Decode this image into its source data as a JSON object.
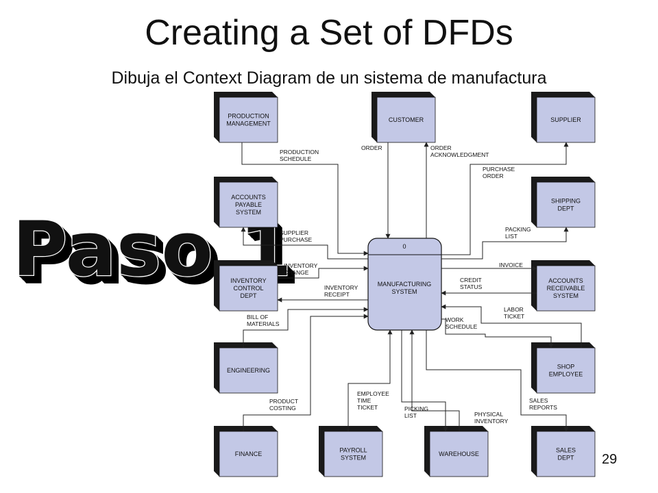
{
  "slide": {
    "title": "Creating a Set of DFDs",
    "subtitle": "Dibuja el Context Diagram de un sistema de manufactura",
    "page_number": "29",
    "step_label": "Paso 1"
  },
  "colors": {
    "box_fill": "#c3c8e6",
    "box_shadow": "#1a1a1a",
    "process_fill": "#c3c8e6",
    "line": "#222222",
    "step_label": "#111111"
  },
  "process": {
    "id": "0",
    "label_lines": [
      "MANUFACTURING",
      "SYSTEM"
    ]
  },
  "entities": {
    "production_management": [
      "PRODUCTION",
      "MANAGEMENT"
    ],
    "customer": [
      "CUSTOMER"
    ],
    "supplier": [
      "SUPPLIER"
    ],
    "accounts_payable": [
      "ACCOUNTS",
      "PAYABLE",
      "SYSTEM"
    ],
    "shipping_dept": [
      "SHIPPING",
      "DEPT"
    ],
    "inventory_control": [
      "INVENTORY",
      "CONTROL",
      "DEPT"
    ],
    "accounts_receivable": [
      "ACCOUNTS",
      "RECEIVABLE",
      "SYSTEM"
    ],
    "engineering": [
      "ENGINEERING"
    ],
    "shop_employee": [
      "SHOP",
      "EMPLOYEE"
    ],
    "finance": [
      "FINANCE"
    ],
    "payroll": [
      "PAYROLL",
      "SYSTEM"
    ],
    "warehouse": [
      "WAREHOUSE"
    ],
    "sales_dept": [
      "SALES",
      "DEPT"
    ]
  },
  "flows": {
    "production_schedule": [
      "PRODUCTION",
      "SCHEDULE"
    ],
    "order": [
      "ORDER"
    ],
    "order_acknowledgment": [
      "ORDER",
      "ACKNOWLEDGMENT"
    ],
    "purchase_order": [
      "PURCHASE",
      "ORDER"
    ],
    "supplier_purchase": [
      "SUPPLIER",
      "PURCHASE"
    ],
    "packing_list": [
      "PACKING",
      "LIST"
    ],
    "inventory_change": [
      "INVENTORY",
      "CHANGE"
    ],
    "invoice": [
      "INVOICE"
    ],
    "credit_status": [
      "CREDIT",
      "STATUS"
    ],
    "inventory_receipt": [
      "INVENTORY",
      "RECEIPT"
    ],
    "labor_ticket": [
      "LABOR",
      "TICKET"
    ],
    "bill_of_materials": [
      "BILL OF",
      "MATERIALS"
    ],
    "work_schedule": [
      "WORK",
      "SCHEDULE"
    ],
    "product_costing": [
      "PRODUCT",
      "COSTING"
    ],
    "employee_time_ticket": [
      "EMPLOYEE",
      "TIME",
      "TICKET"
    ],
    "picking_list": [
      "PICKING",
      "LIST"
    ],
    "physical_inventory": [
      "PHYSICAL",
      "INVENTORY"
    ],
    "sales_reports": [
      "SALES",
      "REPORTS"
    ]
  }
}
